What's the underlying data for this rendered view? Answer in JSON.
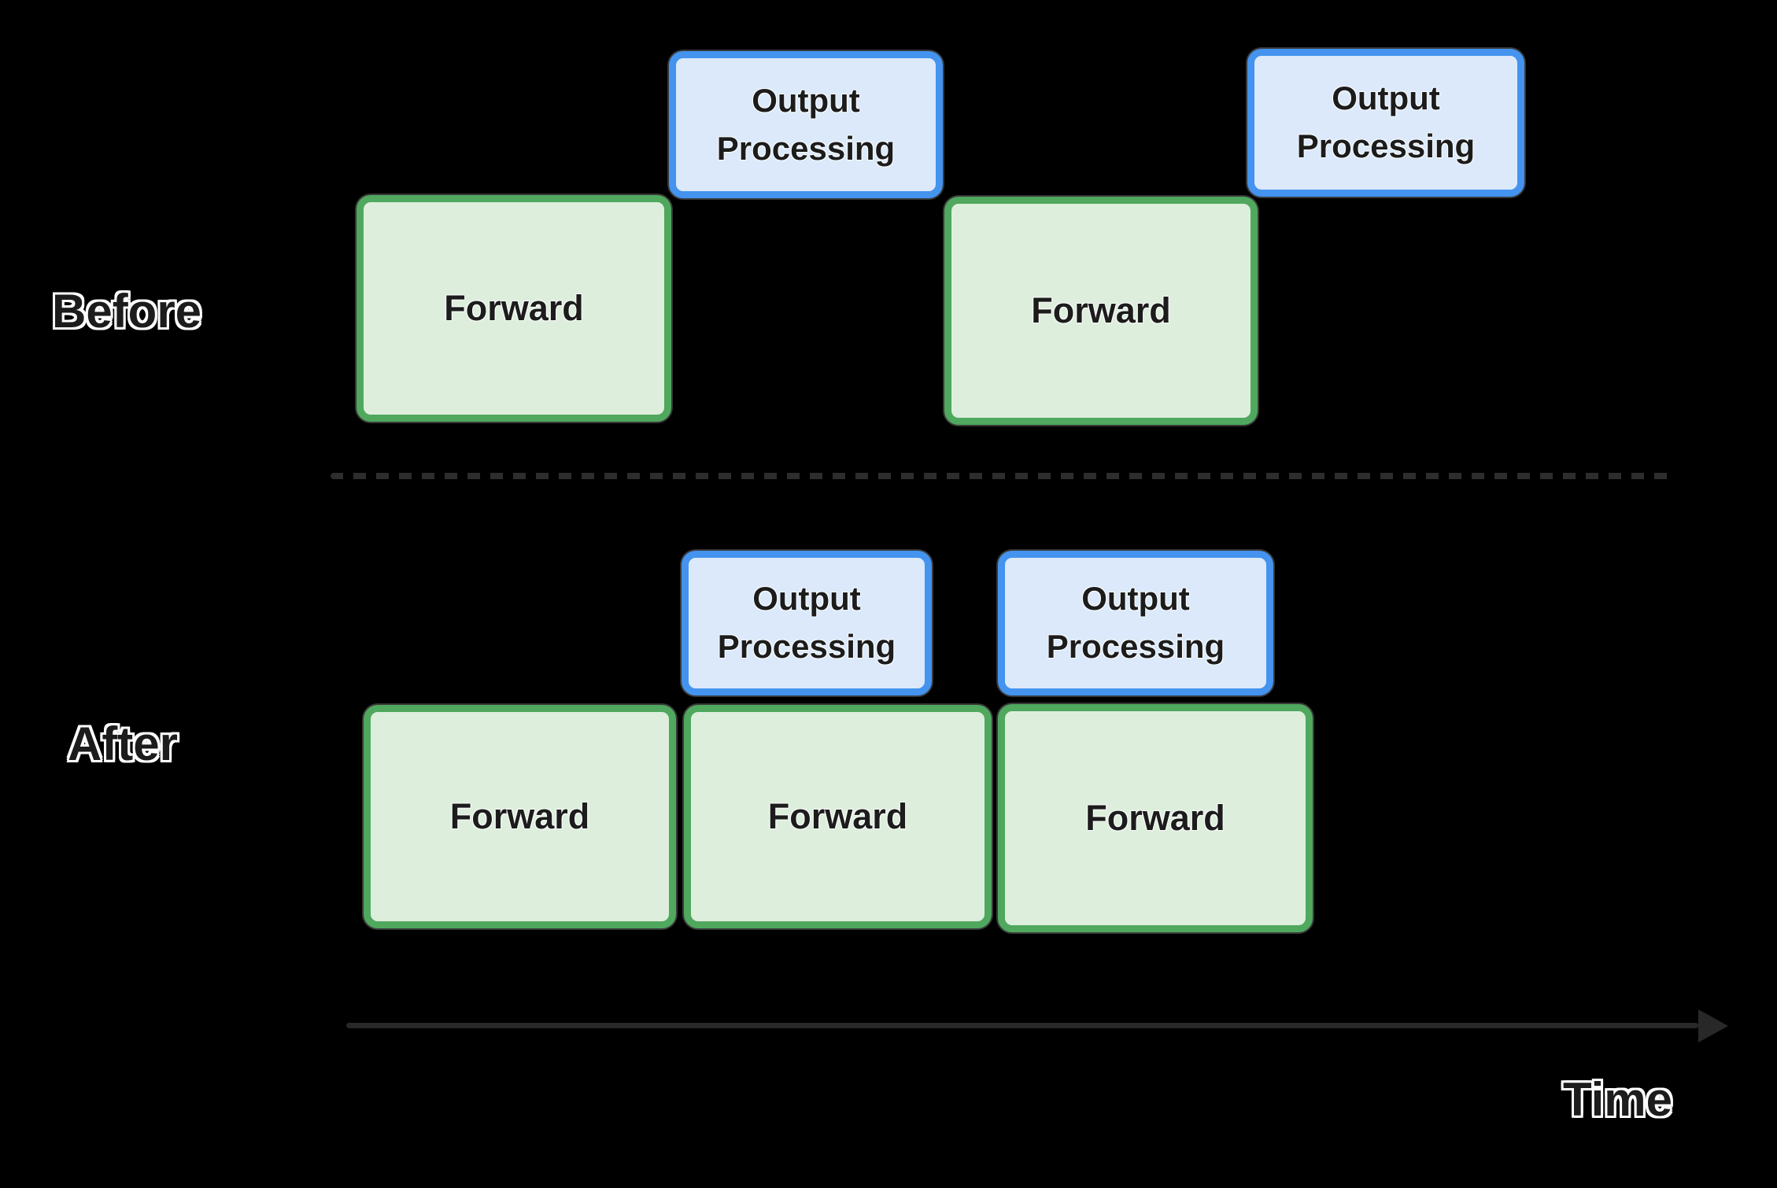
{
  "colors": {
    "background": "#000000",
    "forward_fill": "#ddeedd",
    "forward_border": "#4fa85e",
    "output_fill": "#dbe9fb",
    "output_border": "#4493ee",
    "label_text": "#1c1c1c",
    "label_outline": "#ffffff",
    "axis_line": "#282828",
    "divider_line": "#2d2d2d"
  },
  "rows": {
    "before": {
      "label": "Before",
      "blocks": [
        {
          "type": "forward",
          "label": "Forward"
        },
        {
          "type": "output",
          "label": "Output Processing"
        },
        {
          "type": "forward",
          "label": "Forward"
        },
        {
          "type": "output",
          "label": "Output Processing"
        }
      ]
    },
    "after": {
      "label": "After",
      "blocks": [
        {
          "type": "output",
          "label": "Output Processing"
        },
        {
          "type": "output",
          "label": "Output Processing"
        },
        {
          "type": "forward",
          "label": "Forward"
        },
        {
          "type": "forward",
          "label": "Forward"
        },
        {
          "type": "forward",
          "label": "Forward"
        }
      ]
    }
  },
  "axis": {
    "label": "Time"
  }
}
